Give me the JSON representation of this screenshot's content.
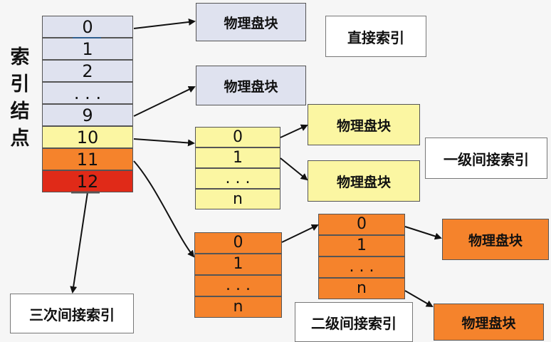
{
  "vertical_title": [
    "索",
    "引",
    "结",
    "点"
  ],
  "index_node": {
    "cells": [
      "0",
      "1",
      "2",
      ". . .",
      "9",
      "10",
      "11",
      "12"
    ],
    "colors": [
      "#dfe2ef",
      "#dfe2ef",
      "#dfe2ef",
      "#dfe2ef",
      "#dfe2ef",
      "#fbf6a2",
      "#f5832c",
      "#e02a18"
    ]
  },
  "block_label": "物理盘块",
  "level1_block": {
    "cells": [
      "0",
      "1",
      ". . .",
      "n"
    ]
  },
  "level2_block_a": {
    "cells": [
      "0",
      "1",
      ". . .",
      "n"
    ]
  },
  "level2_block_b": {
    "cells": [
      "0",
      "1",
      ". . .",
      "n"
    ]
  },
  "labels": {
    "direct": "直接索引",
    "single": "一级间接索引",
    "double": "二级间接索引",
    "triple": "三次间接索引"
  }
}
